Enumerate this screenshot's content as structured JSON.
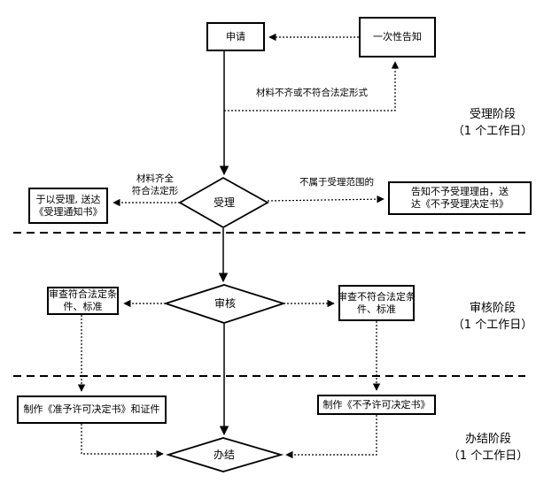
{
  "flowchart": {
    "nodes": {
      "apply": "申请",
      "one_time_notice": "一次性告知",
      "accept_notice_line1": "于以受理, 送达",
      "accept_notice_line2": "《受理通知书》",
      "reject_notice_line1": "告知不予受理理由，送",
      "reject_notice_line2": "达《不予受理决定书》",
      "review_pass_line1": "审查符合法定条",
      "review_pass_line2": "件、标准",
      "review_fail_line1": "审查不符合法定条",
      "review_fail_line2": "件、标准",
      "make_permit": "制作《准予许可决定书》和证件",
      "make_denial": "制作《不予许可决定书》",
      "accept": "受理",
      "review": "审核",
      "complete": "办结"
    },
    "edge_labels": {
      "materials_incomplete": "材料不齐或不符合法定形式",
      "materials_complete_line1": "材料齐全",
      "materials_complete_line2": "符合法定形",
      "out_of_scope": "不属于受理范围的"
    },
    "stage_labels": {
      "accept_stage_line1": "受理阶段",
      "accept_stage_line2": "（1 个工作日）",
      "review_stage_line1": "审核阶段",
      "review_stage_line2": "（1 个工作日）",
      "complete_stage_line1": "办结阶段",
      "complete_stage_line2": "（1 个工作日）"
    },
    "colors": {
      "line": "#000000",
      "background": "#ffffff"
    }
  }
}
